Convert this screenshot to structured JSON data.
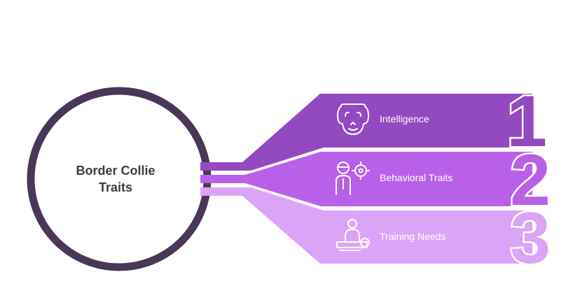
{
  "title_line1": "Border Collie",
  "title_line2": "Traits",
  "items": [
    {
      "number": "1",
      "label": "Intelligence",
      "icon": "dog-face-icon",
      "color": "#9349bf"
    },
    {
      "number": "2",
      "label": "Behavioral Traits",
      "icon": "person-target-icon",
      "color": "#b960e8"
    },
    {
      "number": "3",
      "label": "Training Needs",
      "icon": "massage-therapy-icon",
      "color": "#dba4f6"
    }
  ],
  "colors": {
    "circle": "#4a3758",
    "text": "#3d3d3d"
  }
}
